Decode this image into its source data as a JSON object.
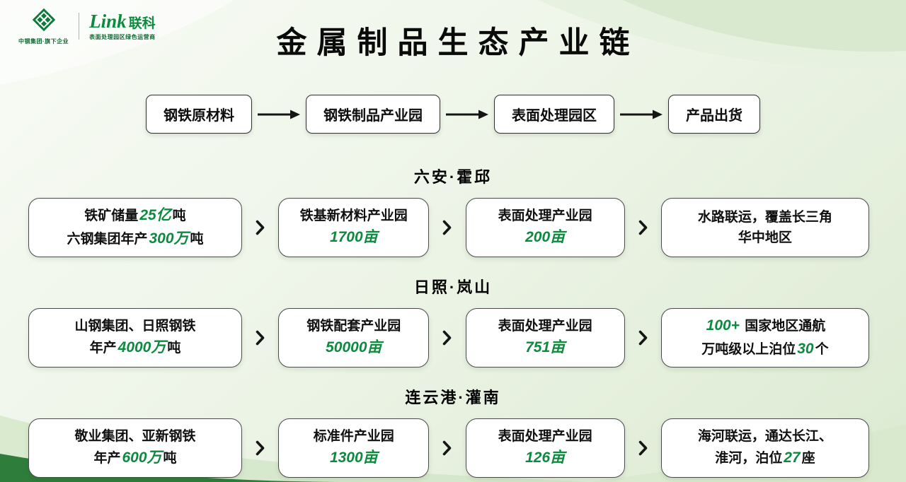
{
  "colors": {
    "accent_green": "#0c8a3e",
    "swoosh_dark_green": "#2e7d3a"
  },
  "brand": {
    "sinosteel_caption": "中钢集团·旗下企业",
    "link_latin": "Link",
    "link_cn": "联科",
    "link_caption": "表面处理园区绿色运营商"
  },
  "title": "金属制品生态产业链",
  "flow": {
    "steps": [
      "钢铁原材料",
      "钢铁制品产业园",
      "表面处理园区",
      "产品出货"
    ]
  },
  "sections": [
    {
      "title": "六安·霍邱",
      "boxes": [
        {
          "lines": [
            [
              "铁矿储量",
              "25亿",
              "吨"
            ],
            [
              "六钢集团年产",
              "300万",
              "吨"
            ]
          ]
        },
        {
          "lines": [
            [
              "铁基新材料产业园"
            ],
            [
              "1700亩"
            ]
          ]
        },
        {
          "lines": [
            [
              "表面处理产业园"
            ],
            [
              "200亩"
            ]
          ]
        },
        {
          "lines": [
            [
              "水路联运，覆盖长三角"
            ],
            [
              "华中地区"
            ]
          ]
        }
      ]
    },
    {
      "title": "日照·岚山",
      "boxes": [
        {
          "lines": [
            [
              "山钢集团、日照钢铁"
            ],
            [
              "年产",
              "4000万",
              "吨"
            ]
          ]
        },
        {
          "lines": [
            [
              "钢铁配套产业园"
            ],
            [
              "50000亩"
            ]
          ]
        },
        {
          "lines": [
            [
              "表面处理产业园"
            ],
            [
              "751亩"
            ]
          ]
        },
        {
          "lines": [
            [
              "100+",
              " 国家地区通航"
            ],
            [
              "万吨级以上泊位",
              "30",
              "个"
            ]
          ]
        }
      ]
    },
    {
      "title": "连云港·灌南",
      "boxes": [
        {
          "lines": [
            [
              "敬业集团、亚新钢铁"
            ],
            [
              "年产",
              "600万",
              "吨"
            ]
          ]
        },
        {
          "lines": [
            [
              "标准件产业园"
            ],
            [
              "1300亩"
            ]
          ]
        },
        {
          "lines": [
            [
              "表面处理产业园"
            ],
            [
              "126亩"
            ]
          ]
        },
        {
          "lines": [
            [
              "海河联运，通达长江、"
            ],
            [
              "淮河，泊位",
              "27",
              "座"
            ]
          ]
        }
      ]
    }
  ]
}
